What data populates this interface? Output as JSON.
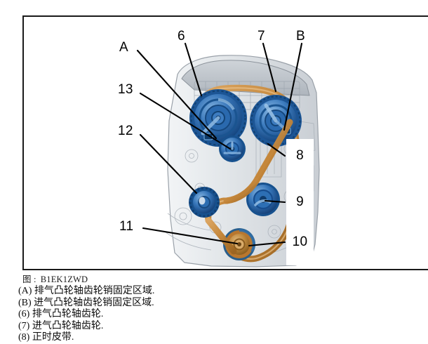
{
  "figure": {
    "id_prefix": "图 :",
    "id_code": "B1EK1ZWD",
    "callouts": [
      {
        "key": "a",
        "text": "A"
      },
      {
        "key": "b",
        "text": "B"
      },
      {
        "key": "n6",
        "text": "6"
      },
      {
        "key": "n7",
        "text": "7"
      },
      {
        "key": "n8",
        "text": "8"
      },
      {
        "key": "n9",
        "text": "9"
      },
      {
        "key": "n10",
        "text": "10"
      },
      {
        "key": "n11",
        "text": "11"
      },
      {
        "key": "n12",
        "text": "12"
      },
      {
        "key": "n13",
        "text": "13"
      }
    ]
  },
  "legend": {
    "lines": [
      "(A) 排气凸轮轴齿轮销固定区域.",
      "(B) 进气凸轮轴齿轮销固定区域.",
      "(6) 排气凸轮轴齿轮.",
      "(7) 进气凸轮轴齿轮.",
      "(8) 正时皮带."
    ]
  },
  "colors": {
    "sprocket_blue": "#2f6eb5",
    "sprocket_blue_dark": "#174d8e",
    "sprocket_blue_light": "#6fa3d6",
    "belt_tan": "#c98a3c",
    "belt_tan_dark": "#a26a25",
    "tensioner_bronze": "#c08a3e",
    "engine_gray": "#b9bfc6",
    "engine_gray_light": "#dfe3e7",
    "leader_line": "#000000",
    "frame": "#1a1a1a"
  }
}
